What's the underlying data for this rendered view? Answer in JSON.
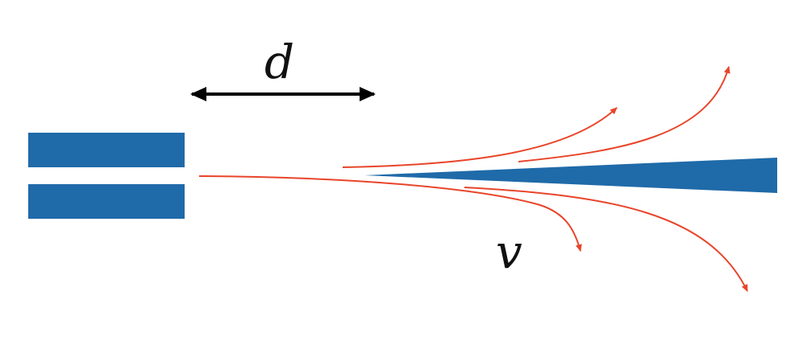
{
  "diagram": {
    "labels": {
      "distance": "d",
      "velocity": "v"
    },
    "colors": {
      "nozzle": "#1f6aa9",
      "edge": "#1f6aa9",
      "streamline": "#e8452a",
      "dimension_arrow": "#000000",
      "background": "#ffffff"
    },
    "parts": [
      "nozzle-upper-plate",
      "nozzle-lower-plate",
      "wedge-edge",
      "distance-arrow",
      "streamlines"
    ]
  }
}
